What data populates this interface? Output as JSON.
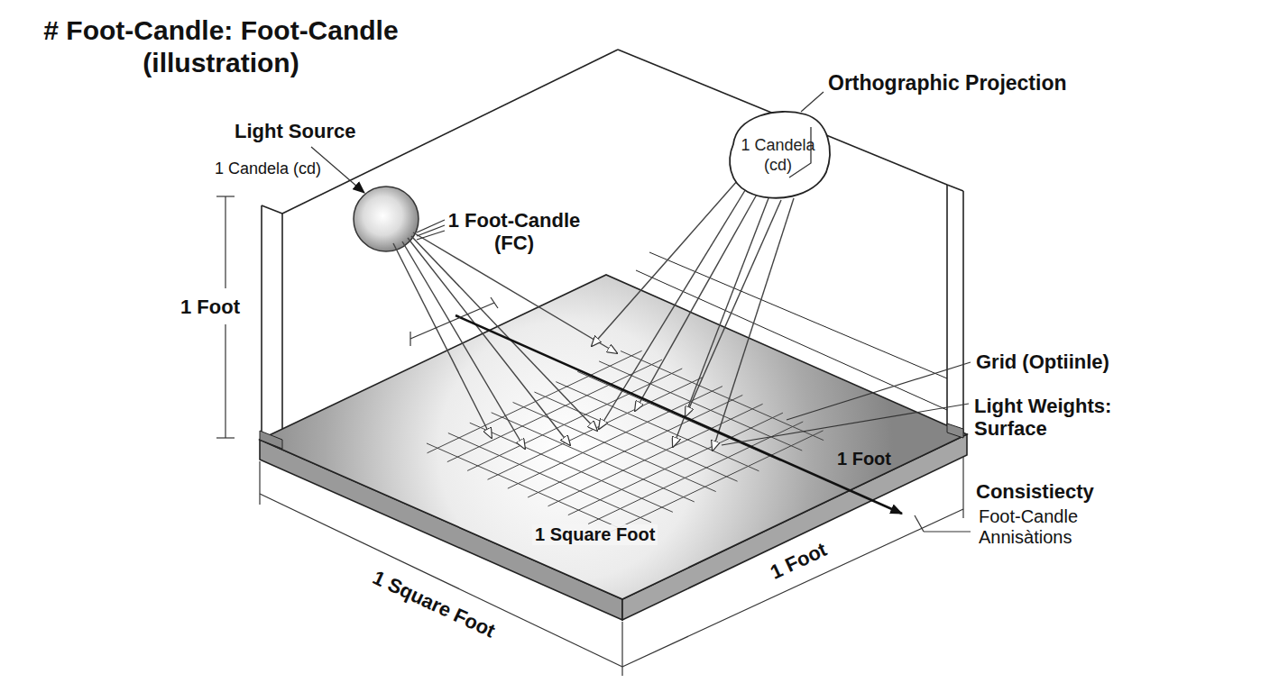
{
  "diagram": {
    "title": "# Foot-Candle: Foot-Candle (illustration)",
    "nodes": [
      {
        "text": [
          "1 Candela (cd)"
        ]
      }
    ],
    "labels": [
      "Light Source",
      "1 Candela (cd)",
      "1 Foot-Candle (FC)",
      "Orthographic Projection",
      "1 Foot",
      "Grid (Optiinle)",
      "Light Weights: Surface",
      "1 Foot",
      "Consistiecty",
      "Foot-Candle Annisàtions",
      "1 Square Foot",
      "1 Square Foot",
      "1 Foot"
    ]
  }
}
